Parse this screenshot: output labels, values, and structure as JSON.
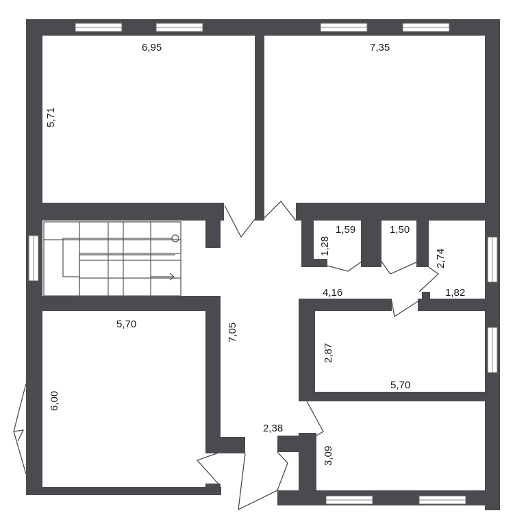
{
  "floor_plan": {
    "dimensions": {
      "room_top_left_width": "6,95",
      "room_top_left_height": "5,71",
      "room_top_right_width": "7,35",
      "closet_1_width": "1,59",
      "closet_1_depth": "1,28",
      "closet_2_width": "1,50",
      "small_room_height": "2,74",
      "small_room_width": "1,82",
      "hall_width": "4,16",
      "room_mid_left_width": "5,70",
      "corridor_length": "7,05",
      "room_mid_right_height": "2,87",
      "room_mid_right_width": "5,70",
      "room_bottom_left_height": "6,00",
      "entry_width": "2,38",
      "room_bottom_right_height": "3,09"
    },
    "icons": {
      "stair_arrow": "arrow-right-icon",
      "stair_start": "circle-icon"
    }
  }
}
